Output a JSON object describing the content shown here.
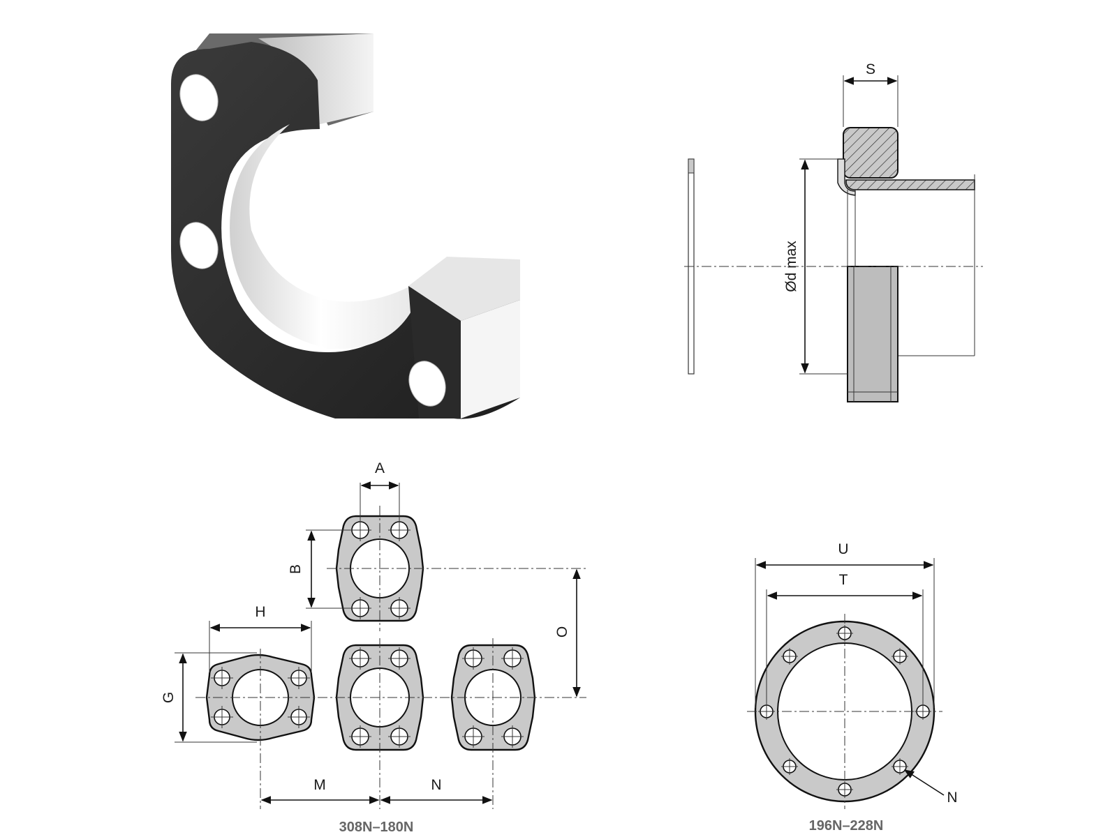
{
  "labels": {
    "S": "S",
    "od_max": "Ød max",
    "A": "A",
    "B": "B",
    "H": "H",
    "G": "G",
    "O": "O",
    "M": "M",
    "N": "N",
    "U": "U",
    "T": "T",
    "N2": "N"
  },
  "captions": {
    "left": "308N–180N",
    "right": "196N–228N"
  },
  "colors": {
    "flange_fill": "#c9c9c9",
    "iso_dark": "#2e2e2e",
    "iso_light": "#f2f2f2",
    "caption": "#666666"
  }
}
